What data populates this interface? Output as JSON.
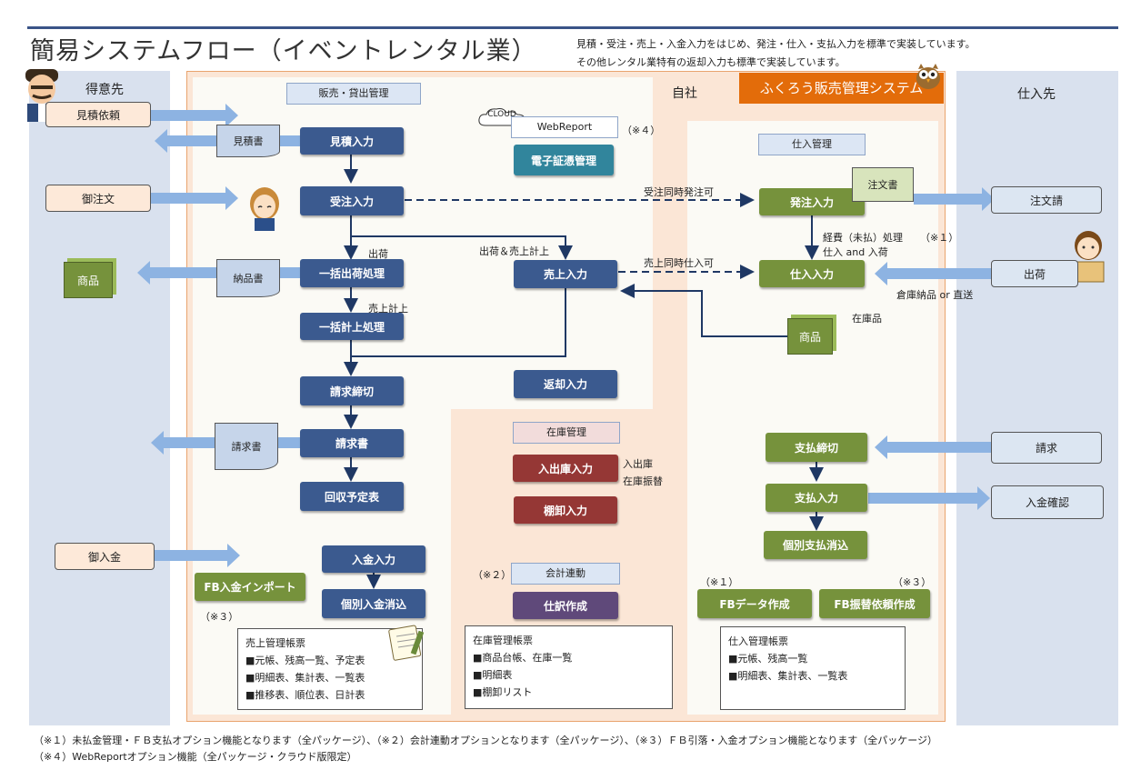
{
  "title": "簡易システムフロー（イベントレンタル業）",
  "description": [
    "見積・受注・売上・入金入力をはじめ、発注・仕入・支払入力を標準で実装しています。",
    "その他レンタル業特有の返却入力も標準で実装しています。"
  ],
  "lanes": {
    "customer": "得意先",
    "supplier": "仕入先",
    "company": "自社",
    "system": "ふくろう販売管理システム"
  },
  "sections": {
    "sales": "販売・貸出管理",
    "purchase": "仕入管理",
    "inventory": "在庫管理",
    "accounting": "会計連動",
    "cloud": "CLOUD",
    "webreport": "WebReport"
  },
  "customer_items": {
    "estimate_request": "見積依頼",
    "order": "御注文",
    "deposit": "御入金",
    "product": "商品",
    "estimate_doc": "見積書",
    "delivery_doc": "納品書",
    "invoice_doc": "請求書"
  },
  "supplier_items": {
    "order_ack": "注文請",
    "shipment": "出荷",
    "billing": "請求",
    "payment_confirm": "入金確認"
  },
  "sales_boxes": {
    "estimate_input": "見積入力",
    "order_input": "受注入力",
    "bulk_ship": "一括出荷処理",
    "bulk_post": "一括計上処理",
    "billing_close": "請求締切",
    "invoice": "請求書",
    "collection_schedule": "回収予定表",
    "deposit_input": "入金入力",
    "deposit_clear": "個別入金消込",
    "fb_import": "FB入金インポート",
    "sales_input": "売上入力",
    "return_input": "返却入力",
    "e_doc": "電子証憑管理"
  },
  "purchase_boxes": {
    "po_input": "発注入力",
    "purchase_input": "仕入入力",
    "pay_close": "支払締切",
    "pay_input": "支払入力",
    "pay_clear": "個別支払消込",
    "fb_data": "FBデータ作成",
    "fb_transfer": "FB振替依頼作成",
    "po_doc": "注文書",
    "stock_product": "商品"
  },
  "inventory_boxes": {
    "inout": "入出庫入力",
    "stocktake": "棚卸入力",
    "journal": "仕訳作成"
  },
  "flow_labels": {
    "ship": "出荷",
    "ship_sale": "出荷＆売上計上",
    "post": "売上計上",
    "order_po": "受注同時発注可",
    "sale_purchase": "売上同時仕入可",
    "expense": "経費（未払）処理",
    "expense_note": "（※１）",
    "purchase_arrival": "仕入 and 入荷",
    "warehouse_direct": "倉庫納品 or 直送",
    "stock_item": "在庫品",
    "inout_note": "入出庫",
    "transfer_note": "在庫振替",
    "note4": "（※４）",
    "note2": "（※２）",
    "note3a": "（※３）",
    "note1": "（※１）",
    "note3b": "（※３）"
  },
  "reports": {
    "sales": {
      "title": "売上管理帳票",
      "items": [
        "■元帳、残高一覧、予定表",
        "■明細表、集計表、一覧表",
        "■推移表、順位表、日計表"
      ]
    },
    "inventory": {
      "title": "在庫管理帳票",
      "items": [
        "■商品台帳、在庫一覧",
        "■明細表",
        "■棚卸リスト"
      ]
    },
    "purchase": {
      "title": "仕入管理帳票",
      "items": [
        "■元帳、残高一覧",
        "■明細表、集計表、一覧表"
      ]
    }
  },
  "footnotes": [
    "（※１）未払金管理・ＦＢ支払オプション機能となります（全パッケージ）、（※２）会計連動オプションとなります（全パッケージ）、（※３）ＦＢ引落・入金オプション機能となります（全パッケージ）",
    "（※４）WebReportオプション機能（全パッケージ・クラウド版限定）"
  ],
  "colors": {
    "sales_box": "#3b5a8f",
    "purchase_box": "#76923c",
    "inventory_box": "#953735",
    "accounting_box": "#5f497a",
    "system_bar": "#e36c0a",
    "arrow": "#8db3e2"
  }
}
